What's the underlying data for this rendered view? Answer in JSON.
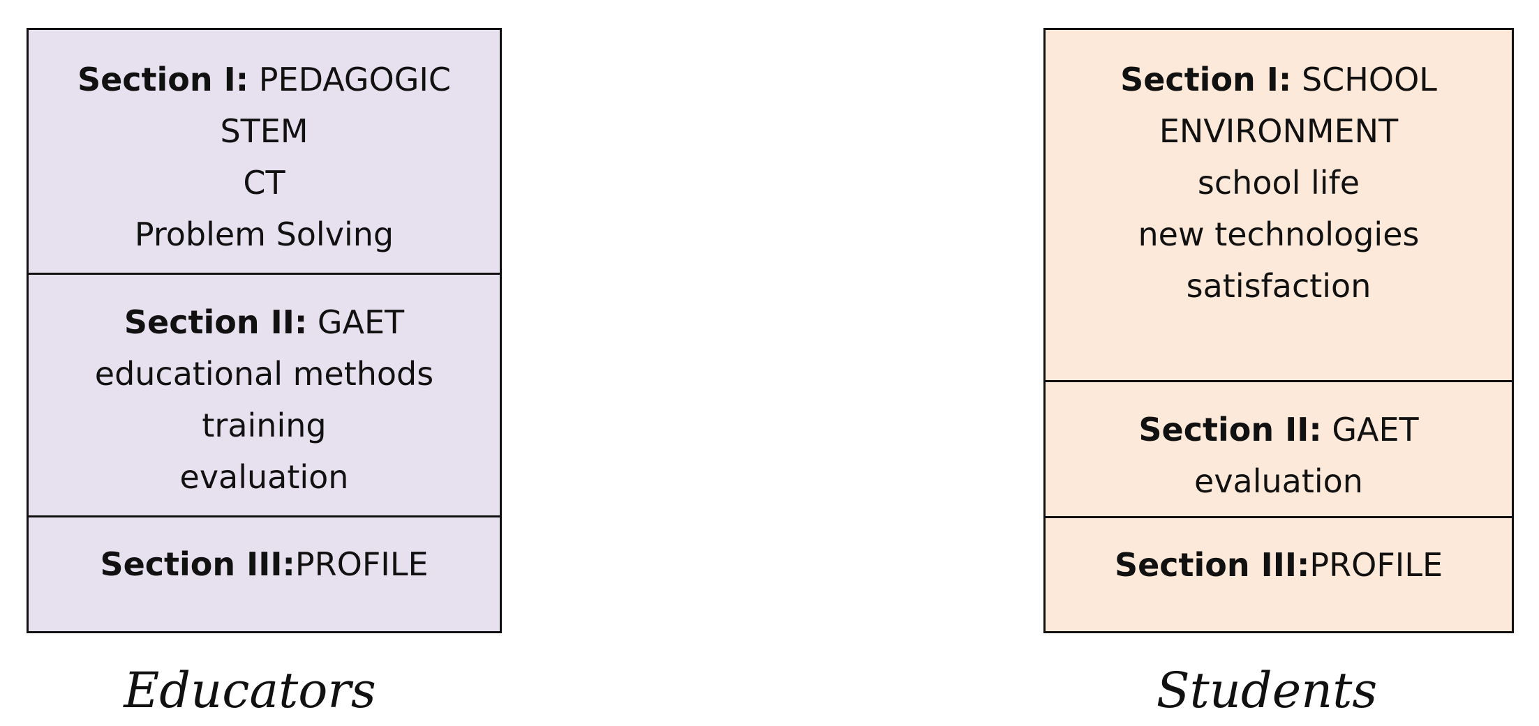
{
  "educators": {
    "caption": "Educators",
    "section1": {
      "label": "Section I:",
      "title": " PEDAGOGIC",
      "items": [
        "STEM",
        "CT",
        "Problem Solving"
      ]
    },
    "section2": {
      "label": "Section II:",
      "title": " GAET",
      "items": [
        "educational methods",
        "training",
        "evaluation"
      ]
    },
    "section3": {
      "label": "Section III:",
      "title": "PROFILE"
    },
    "fill_color": "#e7e0ee"
  },
  "students": {
    "caption": "Students",
    "section1": {
      "label": "Section I:",
      "title": " SCHOOL",
      "title_line2": "ENVIRONMENT",
      "items": [
        "school life",
        "new technologies",
        "satisfaction"
      ]
    },
    "section2": {
      "label": "Section II:",
      "title": " GAET",
      "items": [
        "evaluation"
      ]
    },
    "section3": {
      "label": "Section III:",
      "title": "PROFILE"
    },
    "fill_color": "#fde9da"
  }
}
